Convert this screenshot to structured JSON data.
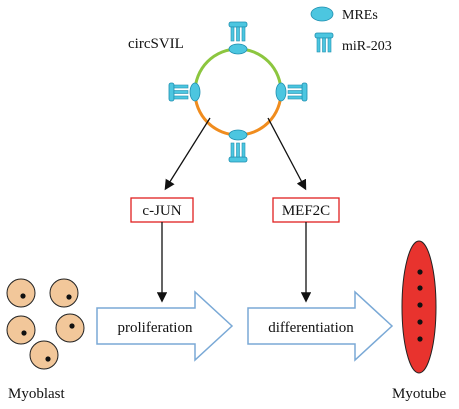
{
  "circrna": {
    "label": "circSVIL"
  },
  "legend": {
    "items": [
      {
        "key": "mre",
        "label": "MREs",
        "icon": "mre-oval-icon",
        "color": "#4cc6e0"
      },
      {
        "key": "mirna",
        "label": "miR-203",
        "icon": "mirna-icon",
        "color": "#4cc6e0"
      }
    ]
  },
  "targets": [
    {
      "label": "c-JUN",
      "box_color": "#e02020"
    },
    {
      "label": "MEF2C",
      "box_color": "#e02020"
    }
  ],
  "processes": [
    {
      "label": "proliferation"
    },
    {
      "label": "differentiation"
    }
  ],
  "cells": {
    "myoblast": {
      "label": "Myoblast",
      "color": "#f2c79a"
    },
    "myotube": {
      "label": "Myotube",
      "color": "#e8332e"
    }
  },
  "colors": {
    "ring_top": "#8cc63f",
    "ring_bottom": "#f08c1e",
    "arrow_outline": "#7aa9d6",
    "nucleus": "#111111"
  }
}
